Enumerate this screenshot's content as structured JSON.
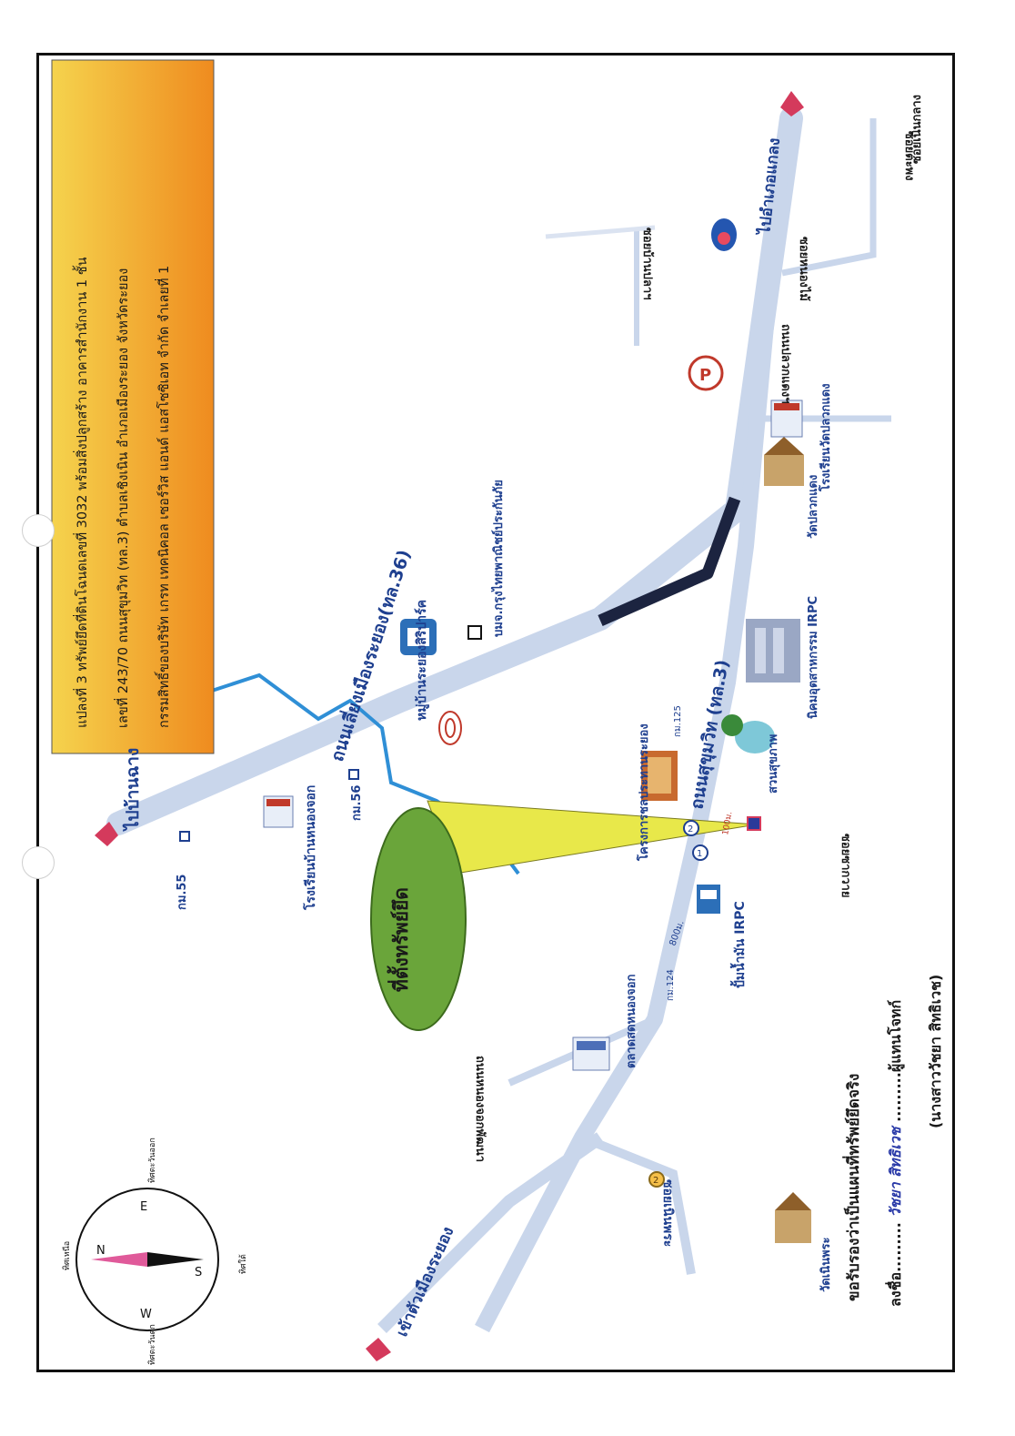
{
  "header": {
    "line1": "แปลงที่ 3 ทรัพย์ยึดที่ดินโฉนดเลขที่  3032  พร้อมสิ่งปลูกสร้าง  อาคารสำนักงาน 1 ชั้น",
    "line2": "เลขที่    243/70  ถนนสุขุมวิท (ทล.3)  ตำบลเชิงเนิน  อำเภอเมืองระยอง  จังหวัดระยอง",
    "line3": "กรรมสิทธิ์ของบริษัท เกรท  เทคนิคอล  เซอร์วิส  แอนด์  แอสโซซิเอท  จำกัด  จำเลยที่ 1"
  },
  "roads": {
    "highway36": "ถนนเลี่ยงเมืองระยอง(ทล.36)",
    "sukhumvit": "ถนนสุขุมวิท (ทล.3)",
    "to_banchang": "ไปบ้านฉาง",
    "to_klaeng": "ไปอำเภอแกลง",
    "to_rayong_city": "เข้าตัวเมืองระยอง",
    "soi_nong_jok_school": "ถนนหนองจอกพัฒนา",
    "soi_noen_phra": "ซอยเนินพระ",
    "soi_khao_yai": "ซอยซากวาย",
    "soi_ban_pla": "ซอยบ้านปลาฯ",
    "soi_nern_klang": "ซอยเนินกลาง",
    "soi_wat_pla": "ถนนปลวกแดงฯ",
    "soi_nong_mai": "ซอยหนองไม้",
    "soi_tabma": "ซอยตะพง"
  },
  "places": {
    "km55": "กม.55",
    "km56": "กม.56",
    "km124": "กม.124",
    "km125": "กม.125",
    "km800": "800ม.",
    "km100": "100ม.",
    "school_nongjok": "โรงเรียนบ้านหนองจอก",
    "village": "หมู่บ้านระยองสิริปาร์ค",
    "bank": "บมจ.กรุงไทยพาณิชย์ประกันภัย",
    "market": "ตลาดสดหนองจอก",
    "gas_irpc": "ปั้มน้ำมัน IRPC",
    "project": "โครงการชลประทานระยอง",
    "park": "สวนสุขภาพ",
    "estate": "นิคมอุตสาหกรรม IRPC",
    "wat_pla": "วัดปลวกแดง",
    "school_pla": "โรงเรียนวัดปลวกแดง",
    "wat_noen_phra": "วัดเนินพระ",
    "marker_1": "1",
    "marker_2": "2",
    "marker_2b": "2"
  },
  "property_bubble": "ที่ตั้งทรัพย์ยึด",
  "compass": {
    "n": "N",
    "s": "S",
    "e": "E",
    "w": "W",
    "north": "ทิศเหนือ",
    "south": "ทิศใต้",
    "east": "ทิศตะวันออก",
    "west": "ทิศตะวันตก"
  },
  "certification": {
    "line1": "ขอรับรองว่าเป็นแผนที่ทรัพย์ยึดจริง",
    "line2_prefix": "ลงชื่อ.........",
    "signature": "วัชยา สิทธิเวช",
    "line2_suffix": ".........ผู้แทนโจทก์",
    "line3": "(นางสาววัชยา  สิทธิเวช)"
  },
  "colors": {
    "road": "#c6d4ea",
    "river": "#2f8fd6",
    "banner_top": "#f2c94c",
    "banner_bottom": "#f08a1c",
    "bubble": "#6aa53a",
    "pointer": "#e8e84a",
    "arrow": "#d43a5c",
    "bypass": "#1a2440"
  }
}
